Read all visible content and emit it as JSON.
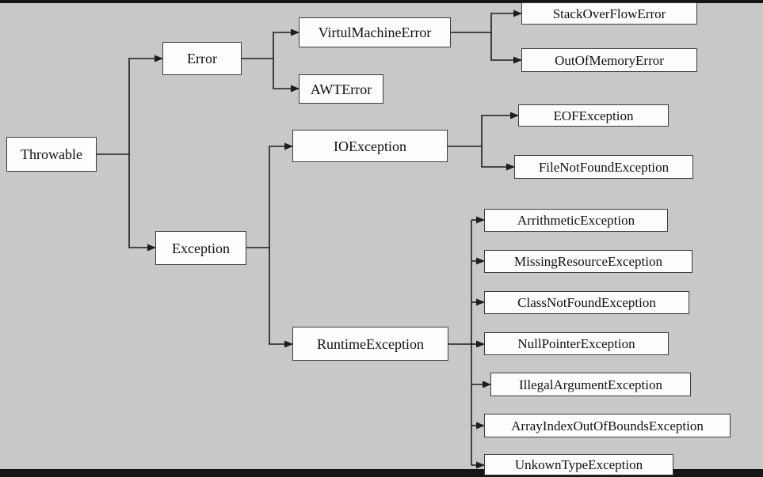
{
  "diagram": {
    "kind": "tree",
    "subject": "Java Throwable class hierarchy",
    "box_fill": "#fdfdfd",
    "box_border": "#3c3c3c",
    "line_color": "#1d1d1d",
    "background": "#c8c8c8"
  },
  "nodes": {
    "throwable": "Throwable",
    "error": "Error",
    "exception": "Exception",
    "virtulmachineerror": "VirtulMachineError",
    "awterror": "AWTError",
    "ioexception": "IOException",
    "runtimeexception": "RuntimeException",
    "stackoverflowerror": "StackOverFlowError",
    "outofmemoryerror": "OutOfMemoryError",
    "eofexception": "EOFException",
    "filenotfoundexception": "FileNotFoundException",
    "arrithmeticexception": "ArrithmeticException",
    "missingresourceexception": "MissingResourceException",
    "classnotfoundexception": "ClassNotFoundException",
    "nullpointerexception": "NullPointerException",
    "illegalargumentexception": "IllegalArgumentException",
    "arrayindexoutofboundsexception": "ArrayIndexOutOfBoundsException",
    "unkowntypeexception": "UnkownTypeException"
  },
  "hierarchy": {
    "root": "Throwable",
    "edges": [
      {
        "from": "Throwable",
        "to": "Error"
      },
      {
        "from": "Throwable",
        "to": "Exception"
      },
      {
        "from": "Error",
        "to": "VirtulMachineError"
      },
      {
        "from": "Error",
        "to": "AWTError"
      },
      {
        "from": "VirtulMachineError",
        "to": "StackOverFlowError"
      },
      {
        "from": "VirtulMachineError",
        "to": "OutOfMemoryError"
      },
      {
        "from": "Exception",
        "to": "IOException"
      },
      {
        "from": "Exception",
        "to": "RuntimeException"
      },
      {
        "from": "IOException",
        "to": "EOFException"
      },
      {
        "from": "IOException",
        "to": "FileNotFoundException"
      },
      {
        "from": "RuntimeException",
        "to": "ArrithmeticException"
      },
      {
        "from": "RuntimeException",
        "to": "MissingResourceException"
      },
      {
        "from": "RuntimeException",
        "to": "ClassNotFoundException"
      },
      {
        "from": "RuntimeException",
        "to": "NullPointerException"
      },
      {
        "from": "RuntimeException",
        "to": "IllegalArgumentException"
      },
      {
        "from": "RuntimeException",
        "to": "ArrayIndexOutOfBoundsException"
      },
      {
        "from": "RuntimeException",
        "to": "UnkownTypeException"
      }
    ]
  }
}
